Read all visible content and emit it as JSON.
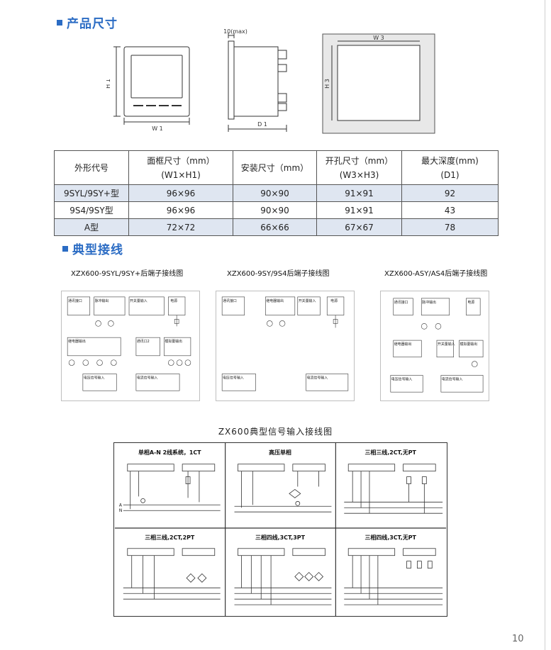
{
  "sections": {
    "dimensions_title": "产品尺寸",
    "wiring_title": "典型接线"
  },
  "dims_drawing": {
    "front_width_label": "W 1",
    "front_height_label": "H 1",
    "side_max_label": "10(max)",
    "side_depth_label": "D 1",
    "cutout_width_label": "W 3",
    "cutout_height_label": "H 3"
  },
  "spec_table": {
    "headers": [
      {
        "line1": "外形代号",
        "line2": ""
      },
      {
        "line1": "面框尺寸（mm）",
        "line2": "(W1×H1)"
      },
      {
        "line1": "安装尺寸（mm）",
        "line2": ""
      },
      {
        "line1": "开孔尺寸（mm）",
        "line2": "(W3×H3)"
      },
      {
        "line1": "最大深度(mm)",
        "line2": "(D1)"
      }
    ],
    "rows": [
      [
        "9SYL/9SY+型",
        "96×96",
        "90×90",
        "91×91",
        "92"
      ],
      [
        "9S4/9SY型",
        "96×96",
        "90×90",
        "91×91",
        "43"
      ],
      [
        "A型",
        "72×72",
        "66×66",
        "67×67",
        "78"
      ]
    ]
  },
  "wiring": {
    "diagram1_title": "XZX600-9SYL/9SY+后端子接线图",
    "diagram2_title": "XZX600-9SY/9S4后端子接线图",
    "diagram3_title": "XZX600-ASY/AS4后端子接线图",
    "labels": {
      "comm": "通讯接口",
      "pulse": "脉冲输出",
      "switch_in": "开关量输入",
      "power": "电源",
      "relay_out": "继电器输出",
      "comm2": "通讯口2",
      "analog_out": "模拟量输出",
      "voltage_in": "电压信号输入",
      "current_in": "电流信号输入"
    }
  },
  "signal": {
    "title": "ZX600典型信号输入接线图",
    "cells": [
      "单相A-N 2线系统，1CT",
      "高压单相",
      "三相三线,2CT,无PT",
      "三相三线,2CT,2PT",
      "三相四线,3CT,3PT",
      "三相四线,3CT,无PT"
    ]
  },
  "page_number": "10"
}
